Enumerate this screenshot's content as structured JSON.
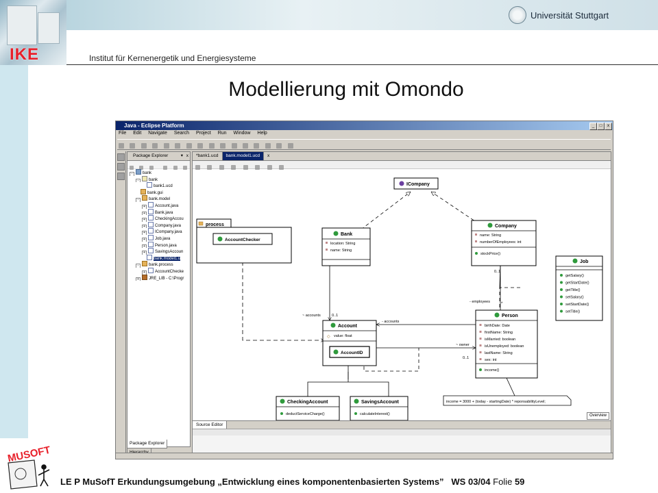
{
  "header": {
    "logo_text": "IKE",
    "university": "Universität Stuttgart",
    "institute": "Institut für Kernenergetik und Energiesysteme"
  },
  "slide": {
    "title": "Modellierung mit Omondo"
  },
  "footer": {
    "course": "LE P MuSofT Erkundungsumgebung „Entwicklung eines komponentenbasierten Systems”",
    "semester": "WS 03/04",
    "folie_label": "Folie",
    "folie_number": "59",
    "logo_text": "MUSOFT"
  },
  "eclipse": {
    "window_title": "Java - Eclipse Platform",
    "window_buttons": [
      "_",
      "□",
      "x"
    ],
    "menu": [
      "File",
      "Edit",
      "Navigate",
      "Search",
      "Project",
      "Run",
      "Window",
      "Help"
    ],
    "package_explorer": {
      "title": "Package Explorer",
      "tree": [
        {
          "label": "bank",
          "icon": "project-icon",
          "indent": 0,
          "expander": "-"
        },
        {
          "label": "bank",
          "icon": "folder-icon",
          "indent": 1,
          "expander": "-"
        },
        {
          "label": "bank1.ucd",
          "icon": "file-icon",
          "indent": 2,
          "expander": ""
        },
        {
          "label": "bank.gui",
          "icon": "package-icon",
          "indent": 1,
          "expander": ""
        },
        {
          "label": "bank.model",
          "icon": "package-icon",
          "indent": 1,
          "expander": "-"
        },
        {
          "label": "Account.java",
          "icon": "file-icon",
          "indent": 2,
          "expander": "+"
        },
        {
          "label": "Bank.java",
          "icon": "file-icon",
          "indent": 2,
          "expander": "+"
        },
        {
          "label": "CheckingAccou",
          "icon": "file-icon",
          "indent": 2,
          "expander": "+"
        },
        {
          "label": "Company.java",
          "icon": "file-icon",
          "indent": 2,
          "expander": "+"
        },
        {
          "label": "ICompany.java",
          "icon": "file-icon",
          "indent": 2,
          "expander": "+"
        },
        {
          "label": "Job.java",
          "icon": "file-icon",
          "indent": 2,
          "expander": "+"
        },
        {
          "label": "Person.java",
          "icon": "file-icon",
          "indent": 2,
          "expander": "+"
        },
        {
          "label": "SavingsAccoun",
          "icon": "file-icon",
          "indent": 2,
          "expander": "+"
        },
        {
          "label": "bank.model1.u",
          "icon": "file-icon",
          "indent": 2,
          "expander": "",
          "selected": true
        },
        {
          "label": "bank.process",
          "icon": "package-icon",
          "indent": 1,
          "expander": "-"
        },
        {
          "label": "AccountChecke",
          "icon": "file-icon",
          "indent": 2,
          "expander": "+"
        },
        {
          "label": "JRE_LIB - C:\\Progr",
          "icon": "library-icon",
          "indent": 1,
          "expander": "+"
        }
      ],
      "bottom_tabs": [
        "Package Explorer",
        "Hierarchy"
      ]
    },
    "editor": {
      "tabs": [
        "*bank1.ucd",
        "bank.model1.ucd"
      ],
      "close_glyph": "x",
      "bottom_tab": "Source Editor",
      "overview_label": "Overview"
    },
    "uml": {
      "interface_name": "ICompany",
      "package_name": "process",
      "process_class": "AccountChecker",
      "bank": {
        "name": "Bank",
        "attributes": [
          "location: String",
          "name: String"
        ]
      },
      "company": {
        "name": "Company",
        "attributes": [
          "name: String",
          "numberOfEmployees: int"
        ],
        "methods": [
          "stockPrice()"
        ]
      },
      "job": {
        "name": "Job",
        "methods": [
          "getSalary()",
          "getStartDate()",
          "getTitle()",
          "setSalary()",
          "setStartDate()",
          "setTitle()"
        ]
      },
      "account": {
        "name": "Account",
        "attributes": [
          "value: float"
        ],
        "inner": "AccountID"
      },
      "person": {
        "name": "Person",
        "attributes": [
          "birthDate: Date",
          "firstName: String",
          "isMarried: boolean",
          "isUnemployed: boolean",
          "lastName: String",
          "sex: int"
        ],
        "methods": [
          "income()"
        ]
      },
      "checking": {
        "name": "CheckingAccount",
        "methods": [
          "deductServiceCharge()"
        ]
      },
      "savings": {
        "name": "SavingsAccount",
        "methods": [
          "calculateInterest()"
        ]
      },
      "labels": {
        "accounts_bank": "~ accounts",
        "mult_bank": "0..1",
        "accounts_person": "- accounts",
        "owner": "~ owner",
        "mult_person": "0..1",
        "employees": "- employees",
        "mult_company": "0..1",
        "star": "*"
      },
      "note": "income = 3000 + (today - startingDate) * reponsabilityLevel;",
      "colors": {
        "class_icon": "#2f9a3c",
        "interface_icon": "#6b3fa0",
        "box_border": "#000000"
      }
    }
  }
}
